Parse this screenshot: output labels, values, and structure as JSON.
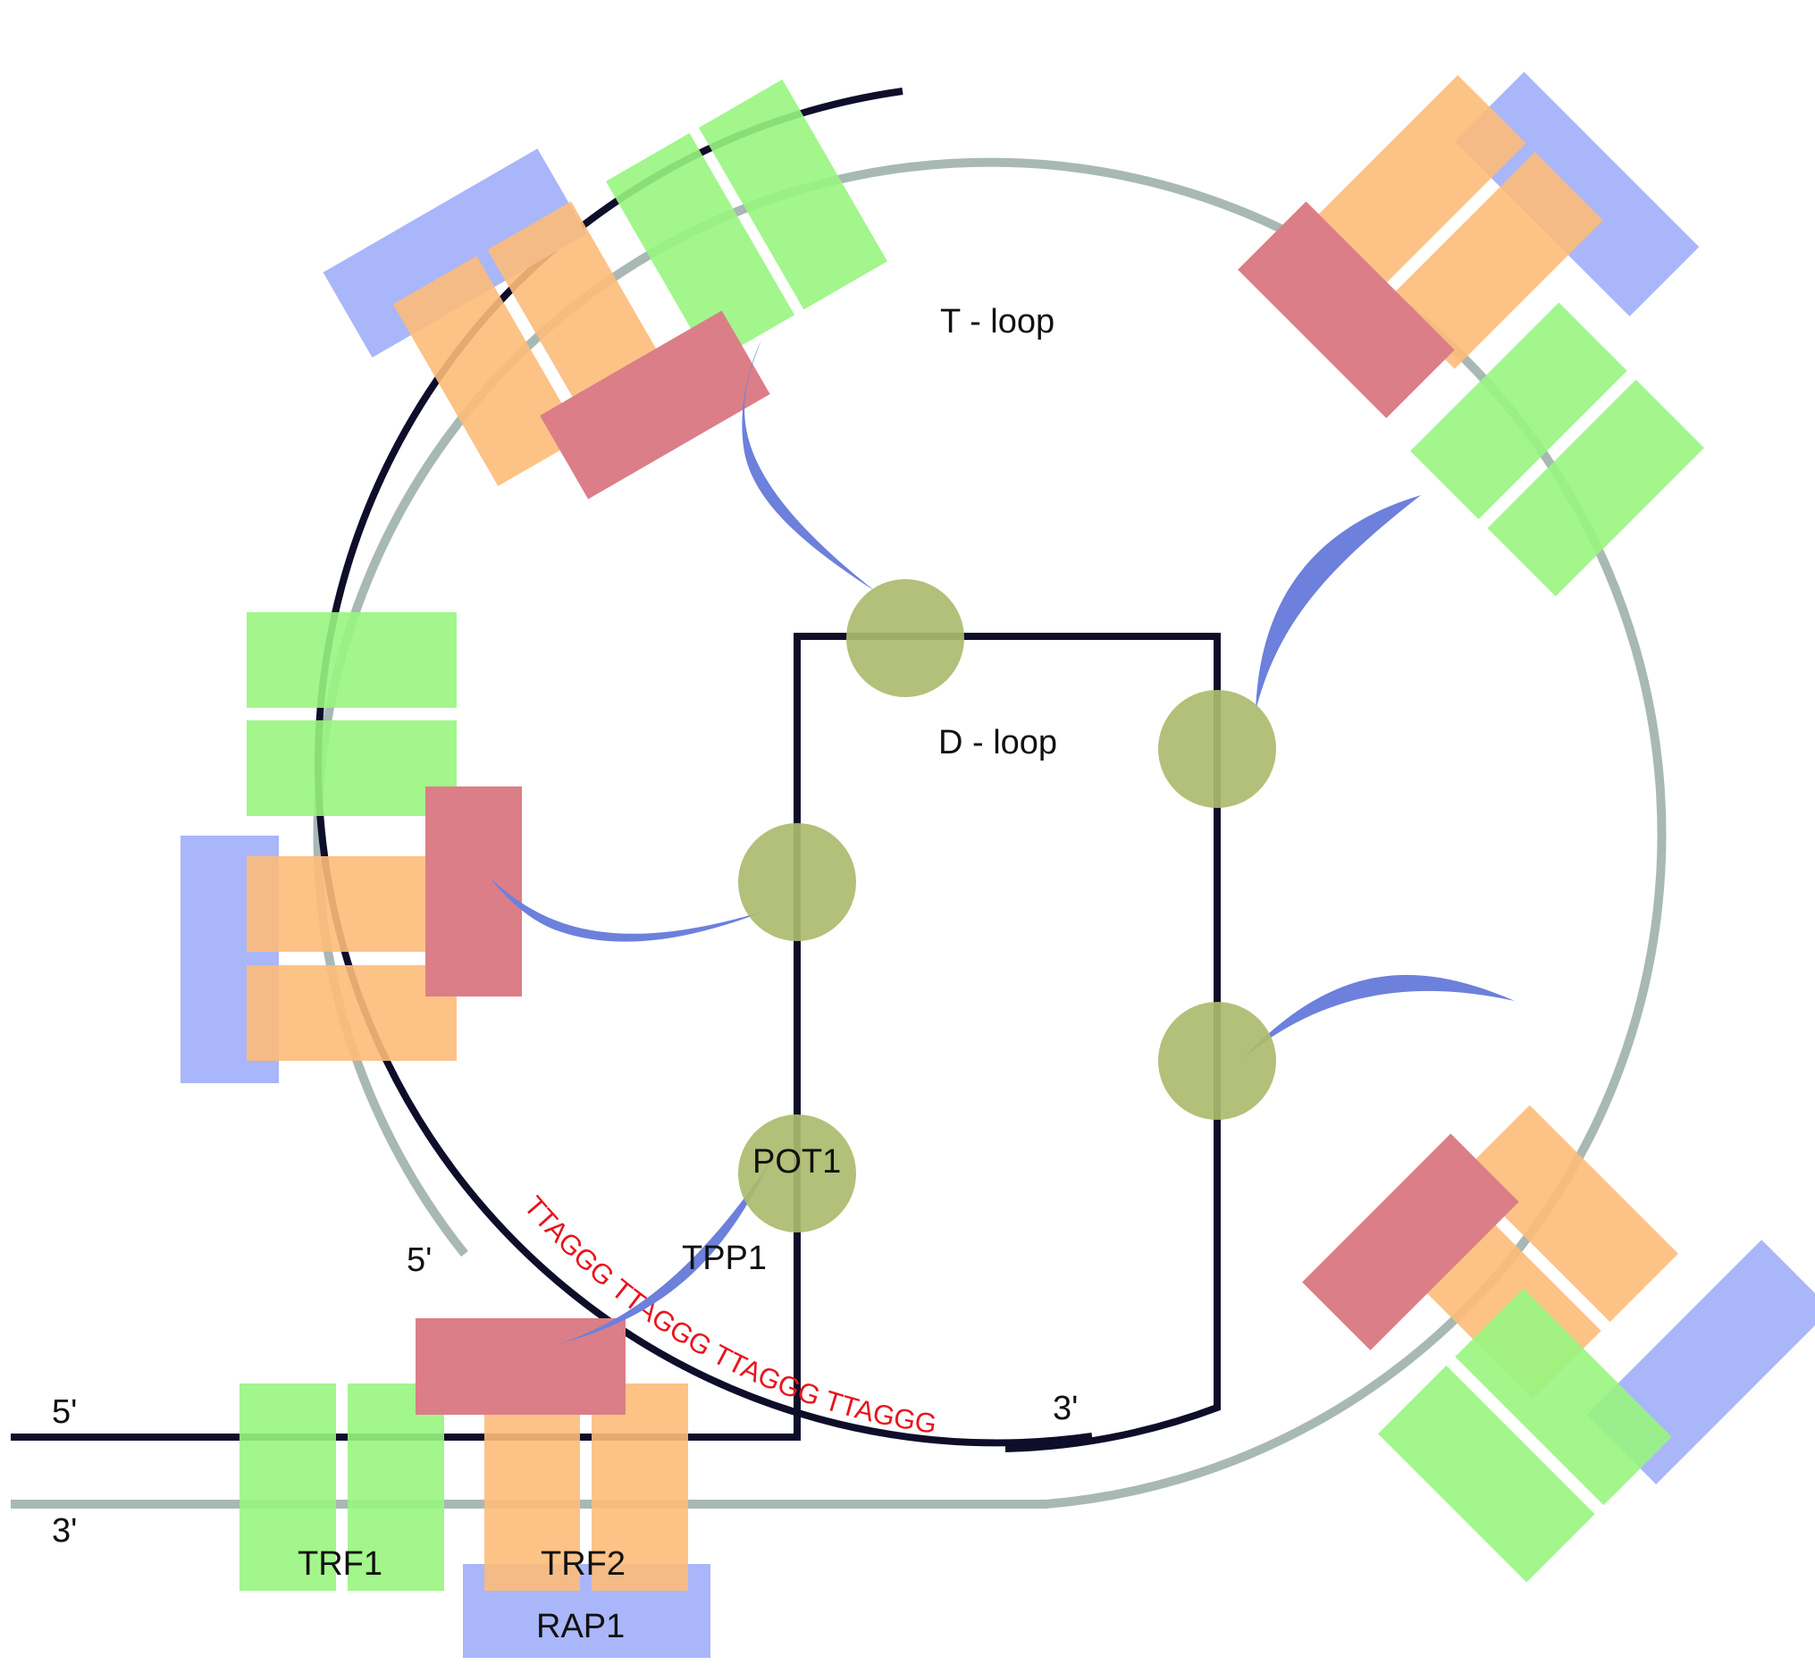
{
  "labels": {
    "t_loop": "T - loop",
    "d_loop": "D - loop",
    "pot1": "POT1",
    "tpp1": "TPP1",
    "trf1": "TRF1",
    "trf2": "TRF2",
    "rap1": "RAP1",
    "five_prime_top": "5'",
    "three_prime_top": "3'",
    "five_prime_inner": "5'",
    "three_prime_bottom": "3'"
  },
  "sequence": "TTAGGG TTAGGG TTAGGG TTAGGG",
  "colors": {
    "trf1": "#98f580",
    "trf2": "#fdbb79",
    "rap1": "#aab6fa",
    "tpp1": "#db7e87",
    "pot1": "#adbb6e",
    "tin2": "#6c80dc",
    "strand_dark": "#0e0e2b",
    "strand_gray": "#a8b8b5",
    "sequence": "#e8141c"
  }
}
